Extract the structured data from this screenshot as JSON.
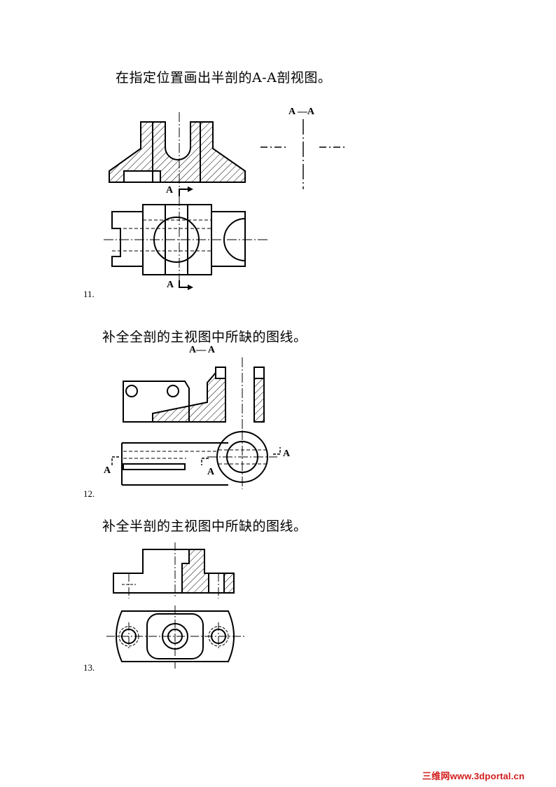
{
  "problems": [
    {
      "number": "11.",
      "instruction": "在指定位置画出半剖的A-A剖视图。",
      "labels": {
        "section_title": "A —A",
        "cut_top": "A",
        "cut_bottom": "A"
      }
    },
    {
      "number": "12.",
      "instruction": "补全全剖的主视图中所缺的图线。",
      "labels": {
        "section_title": "A— A",
        "cut_left": "A",
        "cut_mid": "A",
        "cut_right": "A"
      }
    },
    {
      "number": "13.",
      "instruction": "补全半剖的主视图中所缺的图线。",
      "labels": {}
    }
  ],
  "watermark": "三维网www.3dportal.cn",
  "colors": {
    "ink": "#000000",
    "watermark": "#d21a1a",
    "figure_bg": "#f7f7f7"
  }
}
